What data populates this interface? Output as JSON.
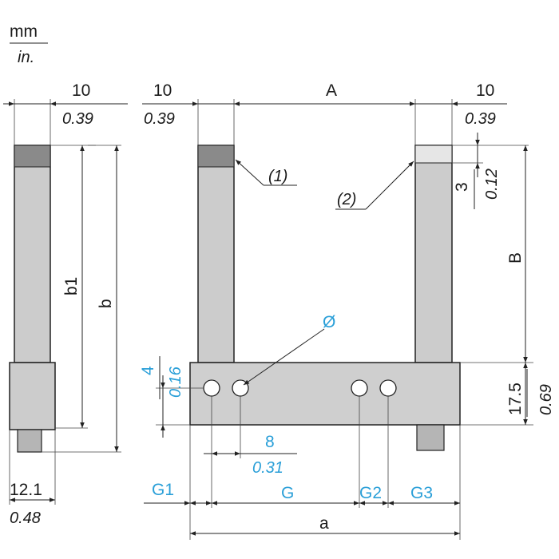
{
  "units": {
    "primary": "mm",
    "secondary": "in."
  },
  "colors": {
    "line": "#222222",
    "part_fill": "#cccccc",
    "cap_dark": "#8a8a8a",
    "cap_light": "#e6e6e6",
    "accent": "#2a9fd8"
  },
  "side_view": {
    "top_width": {
      "mm": "10",
      "in": "0.39"
    },
    "base_width": {
      "mm": "12.1",
      "in": "0.48"
    },
    "b1": "b1",
    "b": "b"
  },
  "front_view": {
    "left_arm_width": {
      "mm": "10",
      "in": "0.39"
    },
    "right_arm_width": {
      "mm": "10",
      "in": "0.39"
    },
    "gap_label": "A",
    "height_label": "B",
    "marker_offset": {
      "mm": "3",
      "in": "0.12"
    },
    "body_height": {
      "mm": "17.5",
      "in": "0.69"
    },
    "hole_height": {
      "mm": "4",
      "in": "0.16"
    },
    "hole_pitch": {
      "mm": "8",
      "in": "0.31"
    },
    "callout_1": "(1)",
    "callout_2": "(2)",
    "diameter_symbol": "Ø",
    "g1": "G1",
    "g": "G",
    "g2": "G2",
    "g3": "G3",
    "a": "a"
  }
}
